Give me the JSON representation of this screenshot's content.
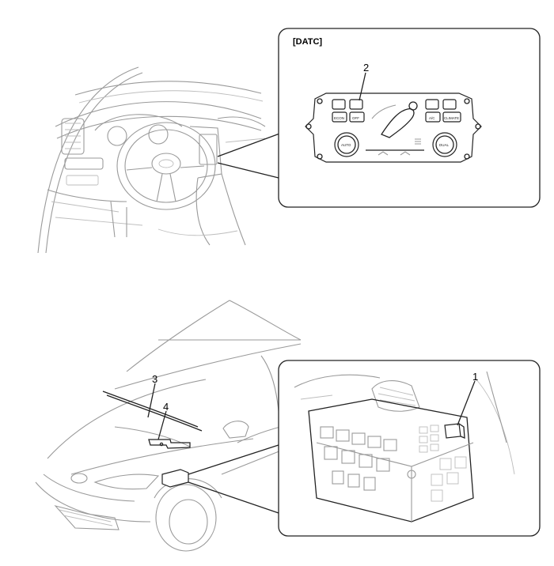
{
  "panels": {
    "datc_title": "[DATC]"
  },
  "callouts": [
    {
      "id": "1",
      "label": "1"
    },
    {
      "id": "2",
      "label": "2"
    },
    {
      "id": "3",
      "label": "3"
    },
    {
      "id": "4",
      "label": "4"
    }
  ],
  "controller_labels": {
    "auto": "AUTO",
    "dual": "DUAL",
    "econ": "ECON",
    "off": "OFF",
    "ac": "A/C",
    "climate": "CLIMATE"
  }
}
